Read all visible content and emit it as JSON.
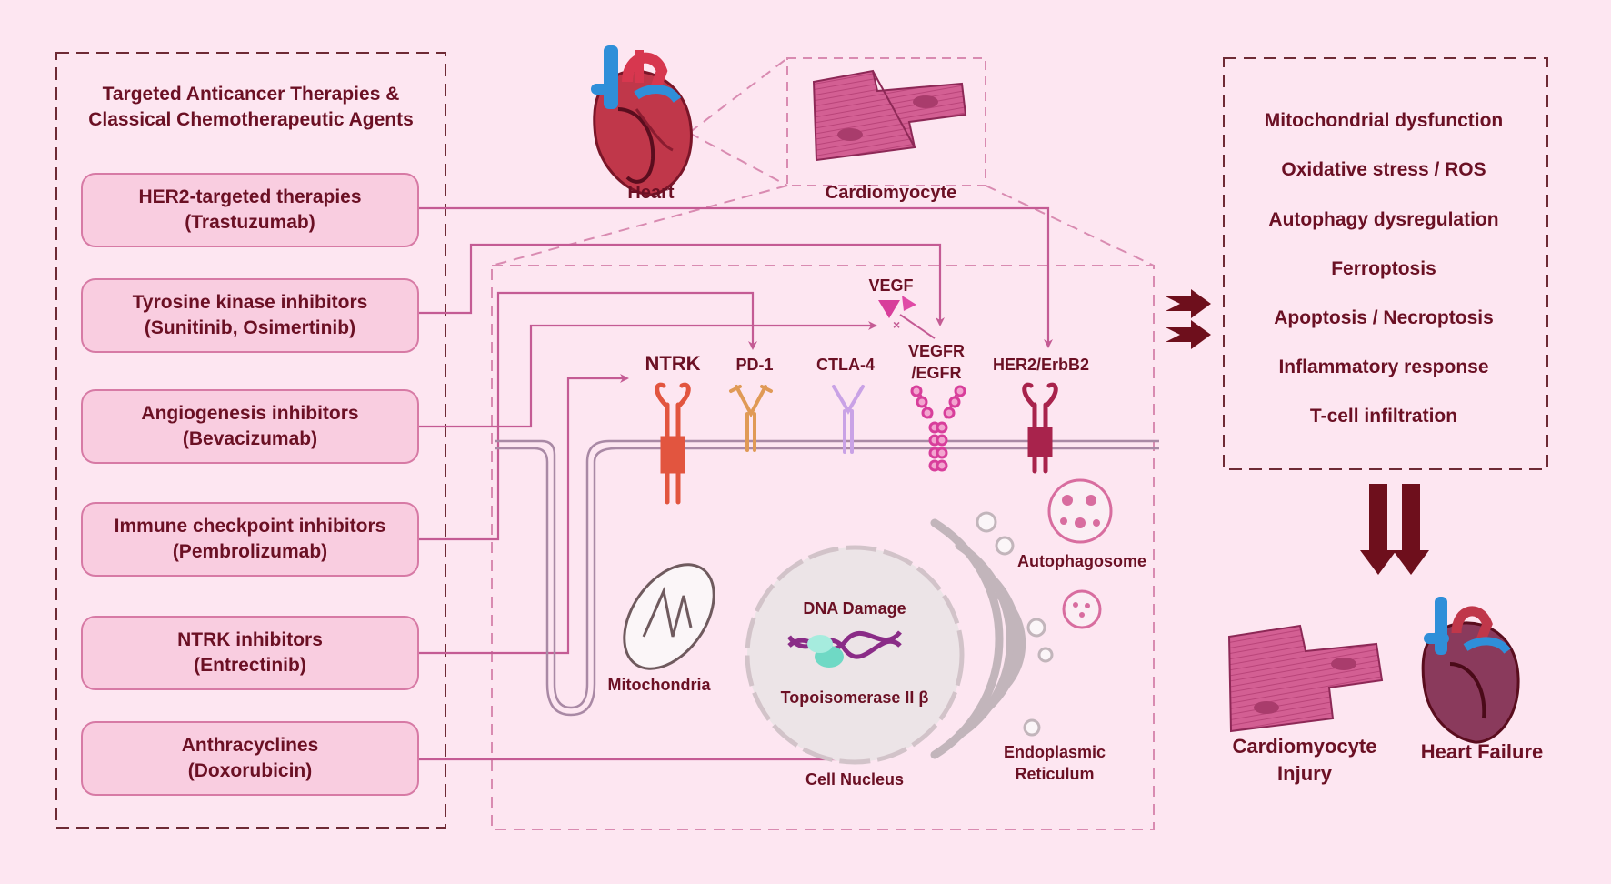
{
  "left_panel": {
    "title_line1": "Targeted Anticancer Therapies &",
    "title_line2": "Classical Chemotherapeutic Agents",
    "therapies": [
      {
        "name": "HER2-targeted therapies",
        "drug": "(Trastuzumab)"
      },
      {
        "name": "Tyrosine kinase inhibitors",
        "drug": "(Sunitinib, Osimertinib)"
      },
      {
        "name": "Angiogenesis inhibitors",
        "drug": "(Bevacizumab)"
      },
      {
        "name": "Immune checkpoint inhibitors",
        "drug": "(Pembrolizumab)"
      },
      {
        "name": "NTRK inhibitors",
        "drug": "(Entrectinib)"
      },
      {
        "name": "Anthracyclines",
        "drug": "(Doxorubicin)"
      }
    ]
  },
  "top_labels": {
    "heart": "Heart",
    "cardiomyocyte": "Cardiomyocyte"
  },
  "cell": {
    "vegf": "VEGF",
    "receptors": {
      "ntrk": "NTRK",
      "pd1": "PD-1",
      "ctla4": "CTLA-4",
      "vegfr_line1": "VEGFR",
      "vegfr_line2": "/EGFR",
      "her2": "HER2/ErbB2"
    },
    "organelles": {
      "mitochondria": "Mitochondria",
      "dna_damage": "DNA Damage",
      "topoisomerase": "Topoisomerase II β",
      "nucleus": "Cell Nucleus",
      "er_line1": "Endoplasmic",
      "er_line2": "Reticulum",
      "autophagosome": "Autophagosome"
    }
  },
  "mechanisms": [
    "Mitochondrial dysfunction",
    "Oxidative stress / ROS",
    "Autophagy dysregulation",
    "Ferroptosis",
    "Apoptosis / Necroptosis",
    "Inflammatory response",
    "T-cell infiltration"
  ],
  "outcomes": {
    "injury_line1": "Cardiomyocyte",
    "injury_line2": "Injury",
    "heart_failure": "Heart Failure"
  },
  "colors": {
    "background": "#fde6f1",
    "box_fill": "#f9cde0",
    "box_border": "#d77aa5",
    "text": "#6b1024",
    "arrow": "#c45b94",
    "dark_arrow": "#6e0f1c",
    "ntrk": "#e2553f",
    "pd1": "#e09a56",
    "ctla4": "#c9a2e6",
    "vegfr": "#d83e9b",
    "her2": "#a8234c"
  }
}
